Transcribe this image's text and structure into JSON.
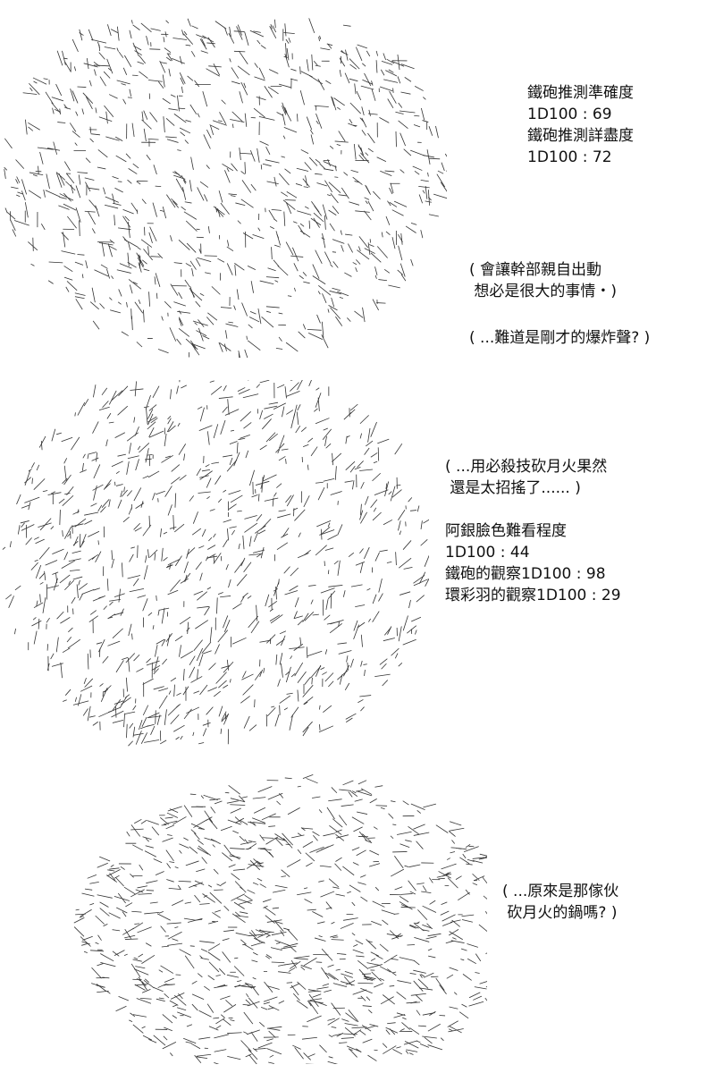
{
  "panels": [
    {
      "art": "ascii-art-figure-hair-flowing",
      "lines": [
        "鐵砲推測準確度",
        "1D100 : 69",
        "鐵砲推測詳盡度",
        "1D100 : 72"
      ],
      "thoughts": [
        [
          "( 會讓幹部親自出動",
          " 想必是很大的事情・)"
        ],
        [
          "( ...難道是剛才的爆炸聲? )"
        ]
      ]
    },
    {
      "art": "ascii-art-figure-face-closeup",
      "thoughts": [
        [
          "( ...用必殺技砍月火果然",
          " 還是太招搖了...... )"
        ]
      ],
      "lines": [
        "阿銀臉色難看程度",
        "1D100 : 44",
        "鐵砲的觀察1D100 : 98",
        "環彩羽的觀察1D100 : 29"
      ]
    },
    {
      "art": "ascii-art-figure-hat-coat",
      "thoughts": [
        [
          "( ...原來是那傢伙",
          " 砍月火的鍋嗎? )"
        ]
      ]
    }
  ],
  "colors": {
    "text": "#111111",
    "art": "#333333",
    "background": "#ffffff"
  }
}
